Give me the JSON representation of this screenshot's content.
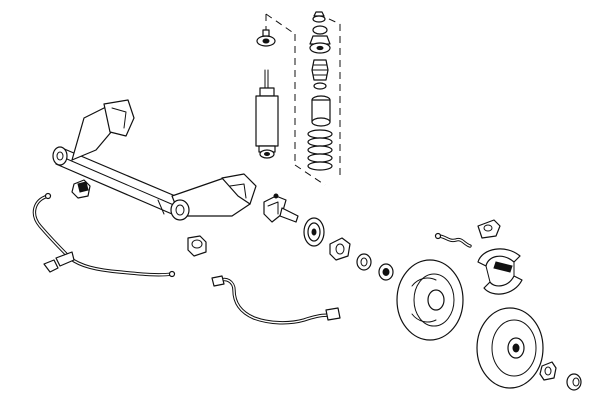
{
  "diagram": {
    "type": "exploded-parts-view",
    "components": [
      "rear-axle-beam",
      "axle-bushing",
      "axle-mount-bracket",
      "shock-absorber",
      "strut-top-mount",
      "strut-bearing",
      "bump-stop",
      "dust-cover",
      "coil-spring",
      "wheel-hub-carrier",
      "abs-sensor-ring",
      "wheel-bearing-inner",
      "wheel-bearing-seal",
      "wheel-bearing-outer",
      "brake-hose",
      "brake-wheel-cylinder",
      "brake-shoe-set",
      "brake-backing-plate",
      "brake-drum",
      "hub-nut",
      "hub-cap",
      "handbrake-cable",
      "abs-sensor-cable"
    ]
  }
}
